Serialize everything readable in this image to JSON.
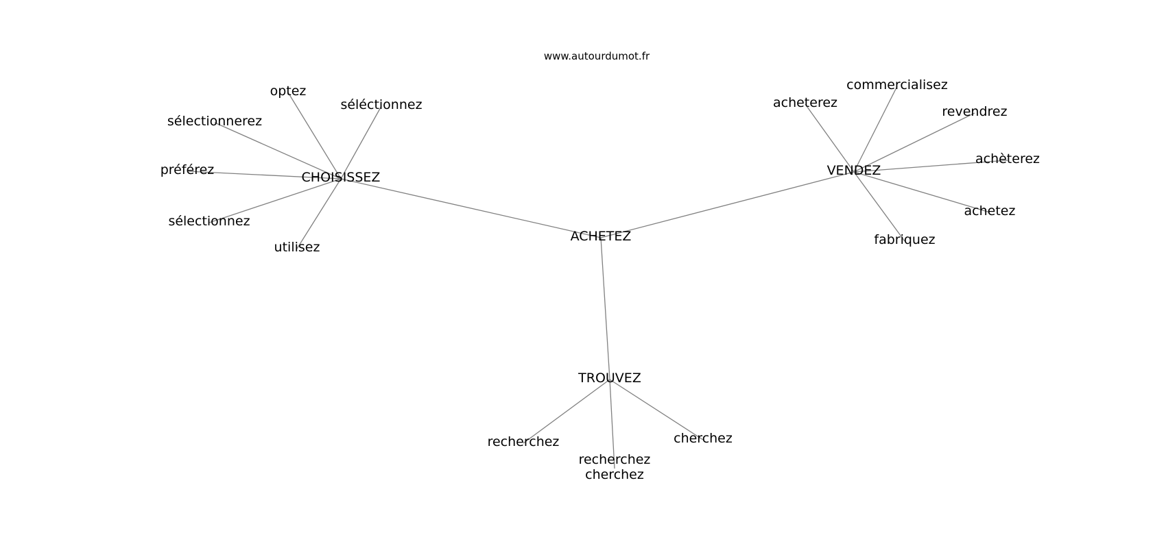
{
  "title": "www.autourdumot.fr",
  "graph": {
    "root": "ACHETEZ",
    "nodes": [
      {
        "id": "ACHETEZ",
        "lines": [
          "ACHETEZ"
        ],
        "parent": null
      },
      {
        "id": "CHOISISSEZ",
        "lines": [
          "CHOISISSEZ"
        ],
        "parent": "ACHETEZ"
      },
      {
        "id": "VENDEZ",
        "lines": [
          "VENDEZ"
        ],
        "parent": "ACHETEZ"
      },
      {
        "id": "TROUVEZ",
        "lines": [
          "TROUVEZ"
        ],
        "parent": "ACHETEZ"
      },
      {
        "id": "optez",
        "lines": [
          "optez"
        ],
        "parent": "CHOISISSEZ"
      },
      {
        "id": "séléctionnez",
        "lines": [
          "séléctionnez"
        ],
        "parent": "CHOISISSEZ"
      },
      {
        "id": "sélectionnerez",
        "lines": [
          "sélectionnerez"
        ],
        "parent": "CHOISISSEZ"
      },
      {
        "id": "préférez",
        "lines": [
          "préférez"
        ],
        "parent": "CHOISISSEZ"
      },
      {
        "id": "sélectionnez",
        "lines": [
          "sélectionnez"
        ],
        "parent": "CHOISISSEZ"
      },
      {
        "id": "utilisez",
        "lines": [
          "utilisez"
        ],
        "parent": "CHOISISSEZ"
      },
      {
        "id": "acheterez",
        "lines": [
          "acheterez"
        ],
        "parent": "VENDEZ"
      },
      {
        "id": "commercialisez",
        "lines": [
          "commercialisez"
        ],
        "parent": "VENDEZ"
      },
      {
        "id": "revendrez",
        "lines": [
          "revendrez"
        ],
        "parent": "VENDEZ"
      },
      {
        "id": "achèterez",
        "lines": [
          "achèterez"
        ],
        "parent": "VENDEZ"
      },
      {
        "id": "achetez",
        "lines": [
          "achetez"
        ],
        "parent": "VENDEZ"
      },
      {
        "id": "fabriquez",
        "lines": [
          "fabriquez"
        ],
        "parent": "VENDEZ"
      },
      {
        "id": "recherchez",
        "lines": [
          "recherchez"
        ],
        "parent": "TROUVEZ"
      },
      {
        "id": "recherchez cherchez",
        "lines": [
          "recherchez",
          "cherchez"
        ],
        "parent": "TROUVEZ"
      },
      {
        "id": "cherchez",
        "lines": [
          "cherchez"
        ],
        "parent": "TROUVEZ"
      }
    ]
  },
  "colors": {
    "edge": "#808080",
    "text": "#000000",
    "background": "#ffffff"
  }
}
